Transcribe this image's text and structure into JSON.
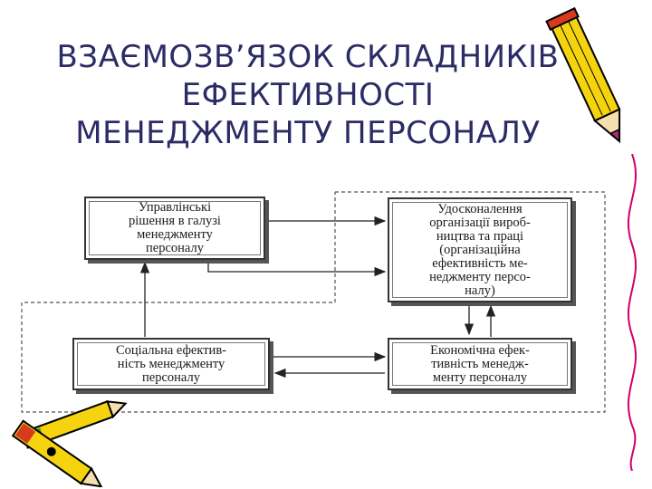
{
  "slide": {
    "title_lines": [
      "ВЗАЄМОЗВ’ЯЗОК СКЛАДНИКІВ",
      "ЕФЕКТИВНОСТІ",
      "МЕНЕДЖМЕНТУ ПЕРСОНАЛУ"
    ]
  },
  "diagram": {
    "boxes": {
      "management_decisions": "Управлінські\nрішення в галузі\nменеджменту\nперсоналу",
      "organization_improvement": "Удосконалення\nорганізації вироб-\nництва та праці\n(організаційна\nефективність ме-\nнеджменту персо-\nналу)",
      "social_efficiency": "Соціальна ефектив-\nність менеджменту\nперсоналу",
      "economic_efficiency": "Економічна ефек-\nтивність менедж-\nменту персоналу"
    }
  },
  "decorations": {
    "pencil_colors": {
      "body": "#f5d40f",
      "tip": "#a82a7a",
      "outline": "#000000",
      "crayon_green": "#2f8f2f",
      "crayon_red": "#d83a1f"
    },
    "wavy_line_color": "#d0006a"
  }
}
